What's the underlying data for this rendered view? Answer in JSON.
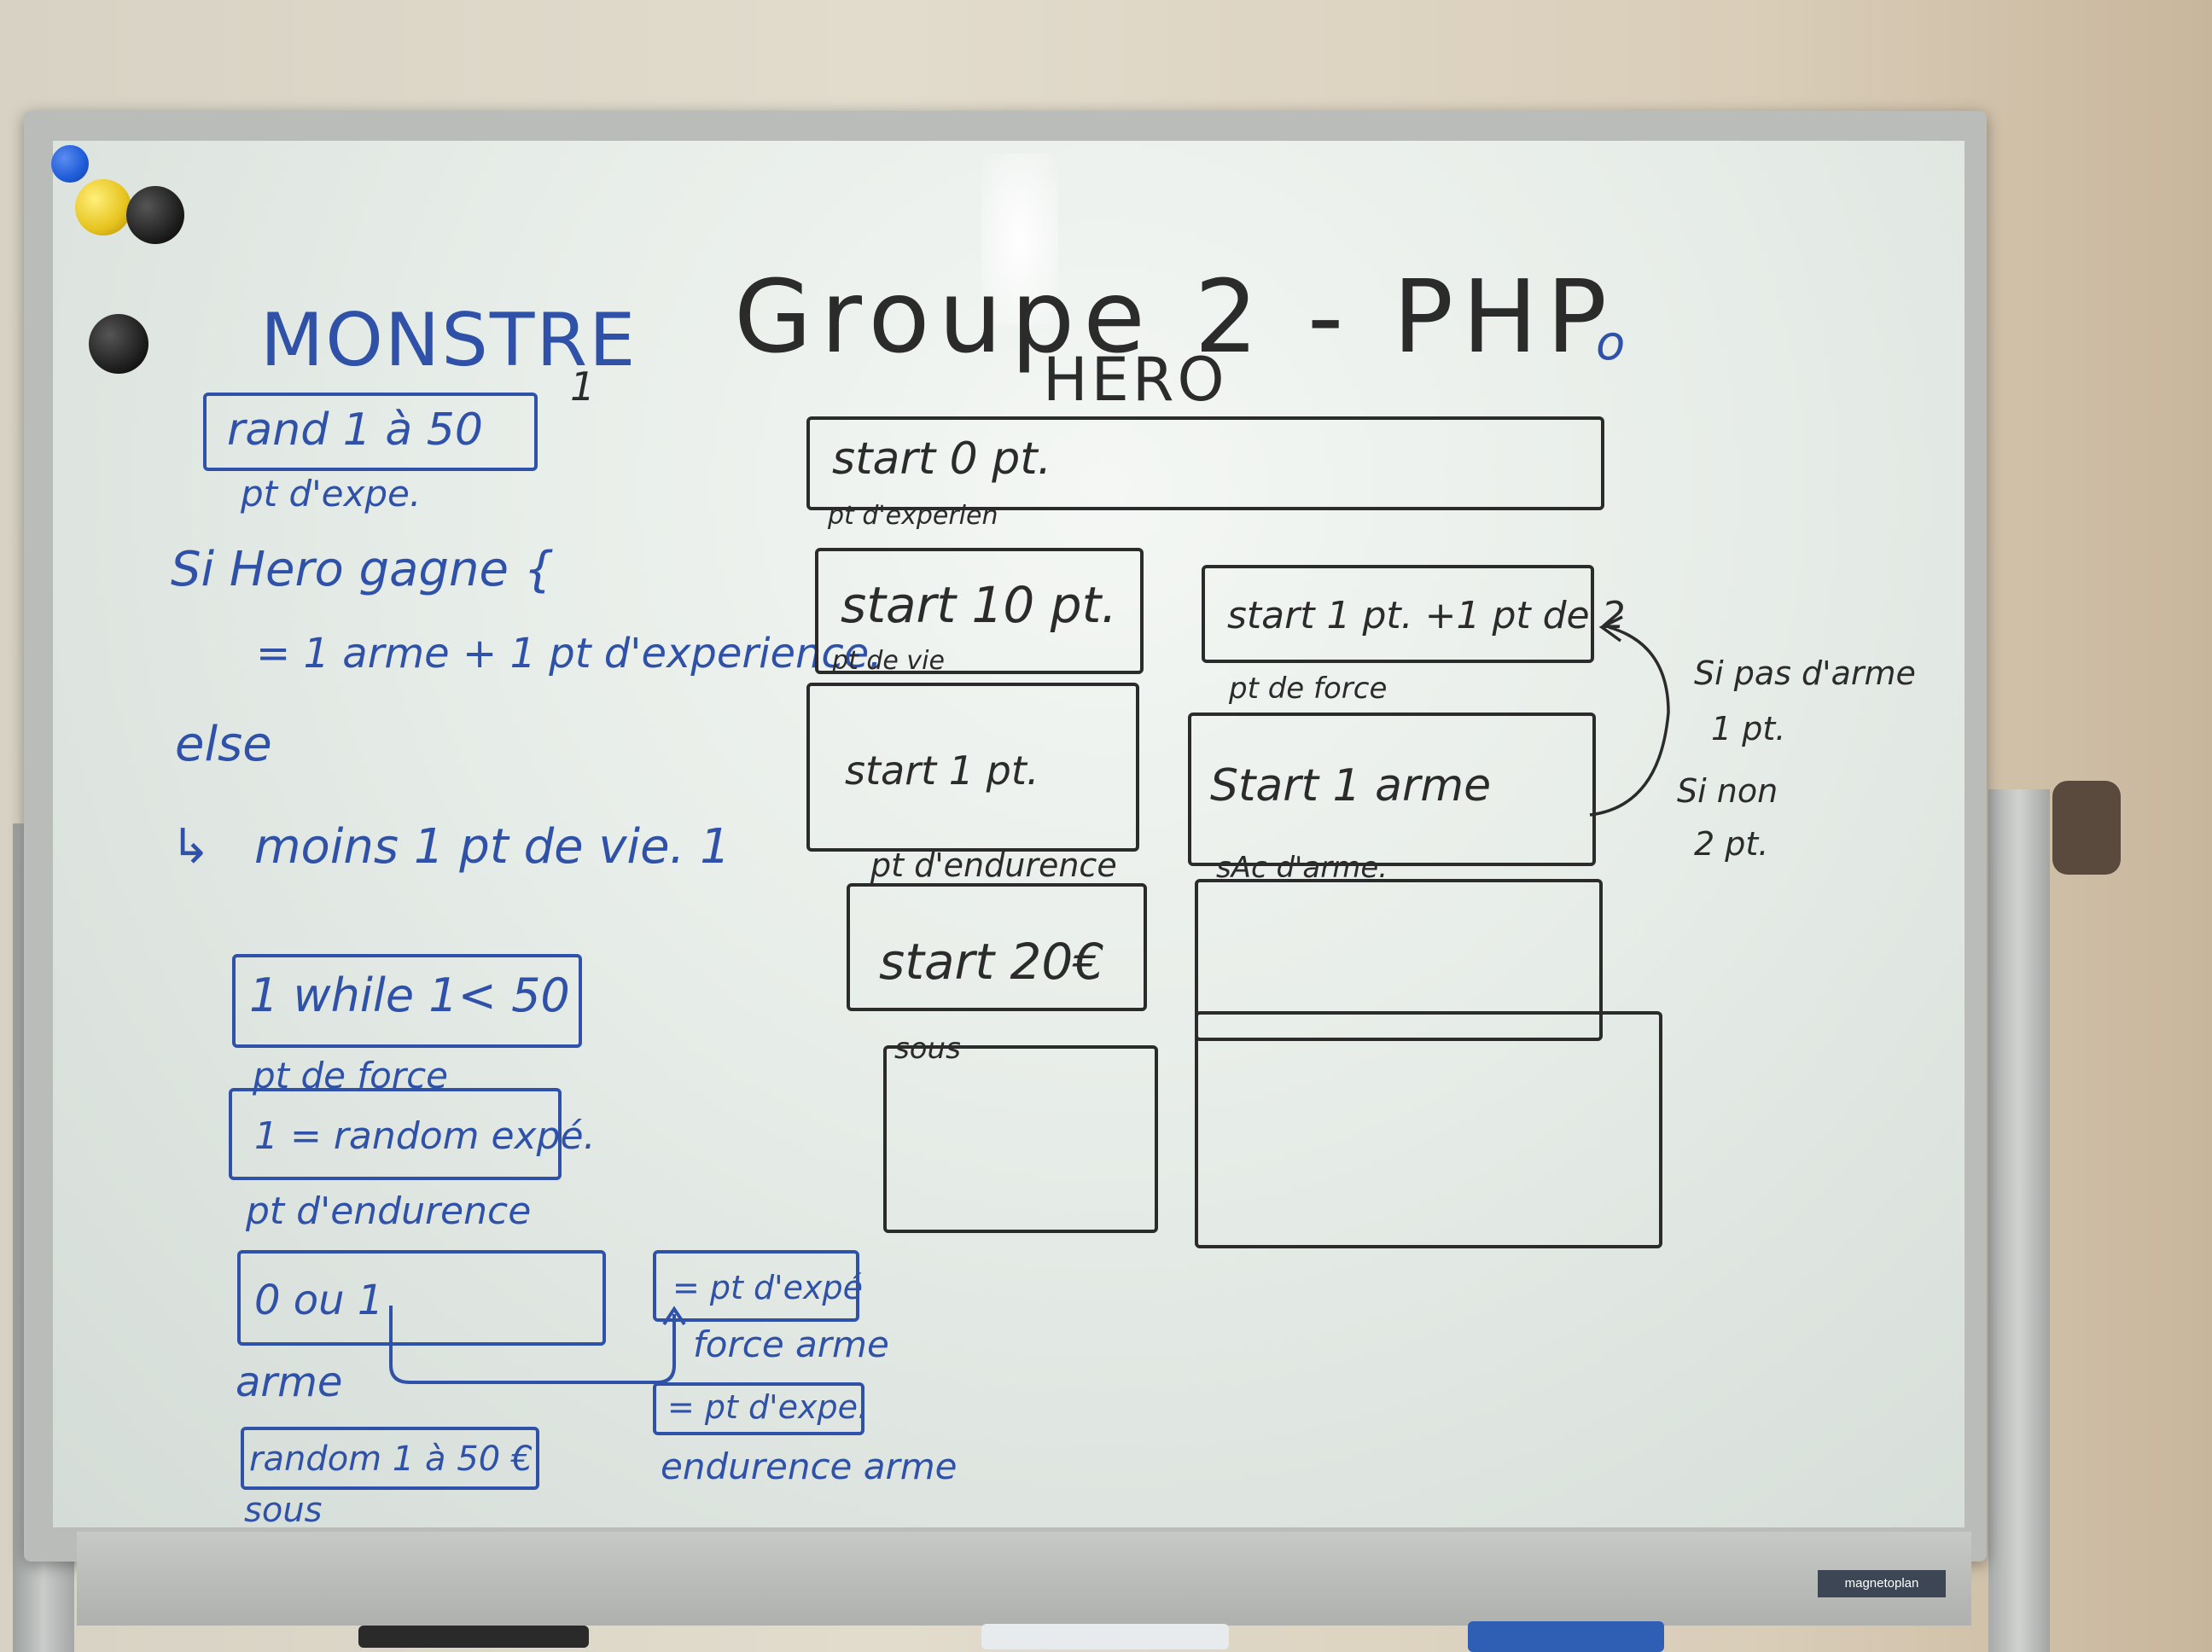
{
  "colors": {
    "blue_marker": "#2f52a8",
    "black_marker": "#2b2b2b",
    "magnet_blue": "#1e5bd8",
    "magnet_yellow": "#e6c21d",
    "magnet_black": "#1c1c1c"
  },
  "board": {
    "title": "Groupe 2 - PHP",
    "brand": "magnetoplan",
    "stray_mark": "o"
  },
  "monster": {
    "heading": "MONSTRE",
    "margin_mark": "1",
    "xp_box": "rand 1 à 50",
    "xp_label": "pt d'expe.",
    "rule_if": "Si Hero gagne {",
    "rule_win": "= 1 arme + 1 pt d'experience.",
    "rule_else": "else",
    "rule_lose_arrow": "↳",
    "rule_lose": "moins 1 pt de vie. 1",
    "force_box": "1 while 1< 50",
    "force_label": "pt de force",
    "endurance_box": "1 = random expé.",
    "endurance_label": "pt d'endurence",
    "weapon_box": "0 ou 1",
    "weapon_label": "arme",
    "money_box": "random 1 à 50 €",
    "money_label": "sous",
    "weapon_force_box": "= pt d'expé",
    "weapon_force_label": "force arme",
    "weapon_endurance_box": "= pt d'expe.",
    "weapon_endurance_label": "endurence arme"
  },
  "hero": {
    "heading": "HERO",
    "xp_box": "start 0 pt.",
    "xp_label": "pt d'experien",
    "life_box": "start 10 pt.",
    "life_label": "pt de vie",
    "strength_box": "start 1 pt. +1 pt de 2",
    "strength_label": "pt de force",
    "endurance_box": "start 1 pt.",
    "endurance_label": "pt d'endurence",
    "weapon_box": "Start 1 arme",
    "weapon_label": "sAc d'arme.",
    "money_box": "start 20€",
    "money_label": "sous",
    "note_no_weapon_1": "Si pas d'arme",
    "note_no_weapon_2": "1 pt.",
    "note_else_1": "Si non",
    "note_else_2": "2 pt."
  }
}
